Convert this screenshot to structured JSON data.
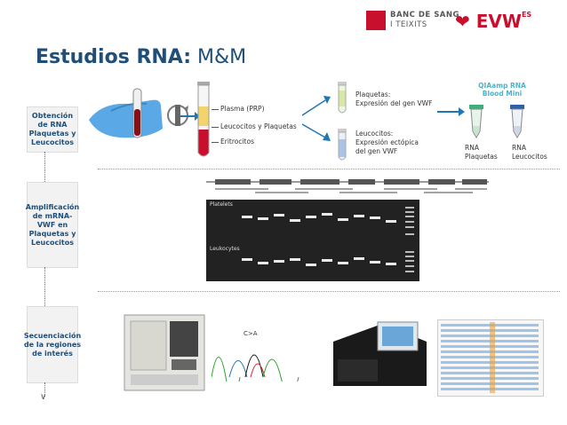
{
  "title": {
    "bold": "Estudios RNA:",
    "rest": "M&M"
  },
  "logos": {
    "banc_line1": "BANC DE SANG",
    "banc_line2": "I TEIXITS",
    "evw": "EVW",
    "evw_sup": "ES"
  },
  "steps": [
    {
      "label": "Obtención de RNA Plaquetas y Leucocitos"
    },
    {
      "label": "Amplificación de mRNA-VWF en Plaquetas y Leucocitos"
    },
    {
      "label": "Secuenciación de la regiones de interés"
    }
  ],
  "tube_layers": {
    "plasma": "Plasma (PRP)",
    "buffy": "Leucocitos y Plaquetas",
    "rbc": "Eritrocitos"
  },
  "fractions": {
    "platelets": {
      "line1": "Plaquetas:",
      "line2": "Expresión del gen VWF"
    },
    "leukocytes": {
      "line1": "Leucocitos:",
      "line2": "Expresión ectópica",
      "line3": "del gen VWF"
    }
  },
  "kit": {
    "line1": "QIAamp RNA",
    "line2": "Blood Mini"
  },
  "rna": {
    "platelets": {
      "line1": "RNA",
      "line2": "Plaquetas"
    },
    "leukocytes": {
      "line1": "RNA",
      "line2": "Leucocitos"
    }
  },
  "gel": {
    "label_top": "Platelets",
    "label_bottom": "Leukocytes"
  },
  "sequencing": {
    "chromatogram_label": "C>A"
  },
  "colors": {
    "title": "#1f4e79",
    "accent": "#c8102e",
    "kit": "#4db3c8",
    "arrow": "#1f77b4"
  }
}
